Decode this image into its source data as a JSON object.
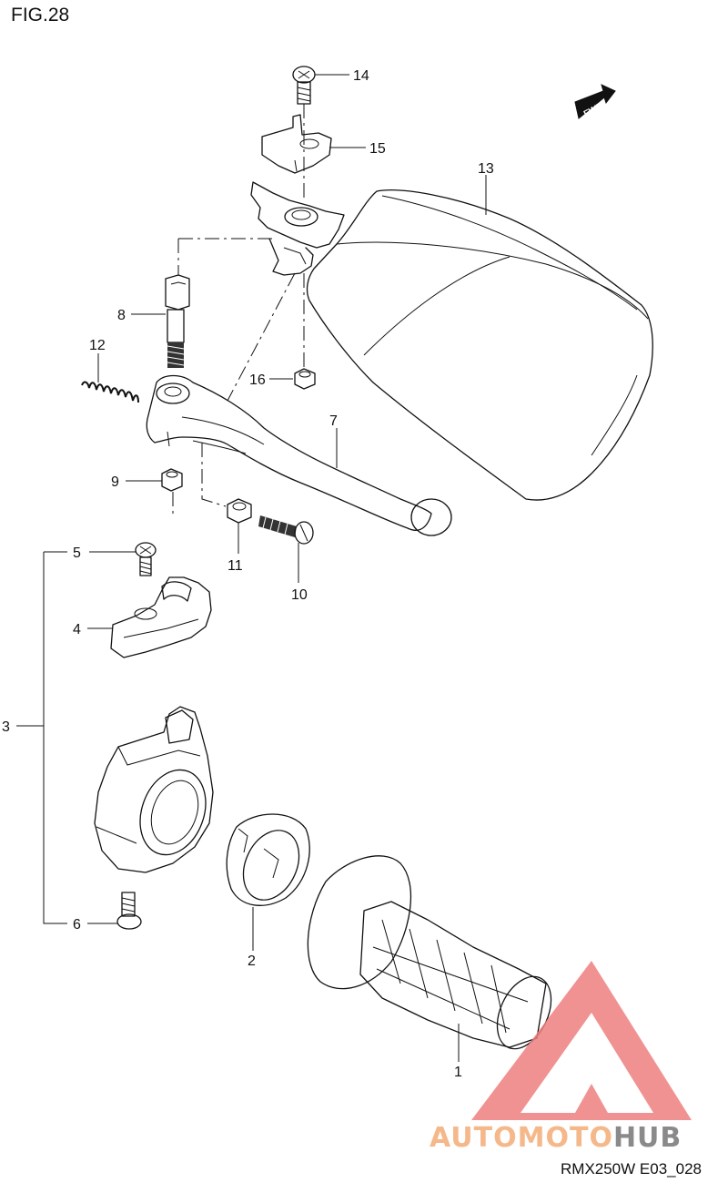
{
  "figure": {
    "title": "FIG.28",
    "code": "RMX250W E03_028",
    "fwd_label": "FWD"
  },
  "callouts": [
    {
      "id": "14",
      "text": "14"
    },
    {
      "id": "15",
      "text": "15"
    },
    {
      "id": "13",
      "text": "13"
    },
    {
      "id": "8",
      "text": "8"
    },
    {
      "id": "12",
      "text": "12"
    },
    {
      "id": "16",
      "text": "16"
    },
    {
      "id": "7",
      "text": "7"
    },
    {
      "id": "9",
      "text": "9"
    },
    {
      "id": "11",
      "text": "11"
    },
    {
      "id": "10",
      "text": "10"
    },
    {
      "id": "5",
      "text": "5"
    },
    {
      "id": "4",
      "text": "4"
    },
    {
      "id": "3",
      "text": "3"
    },
    {
      "id": "6",
      "text": "6"
    },
    {
      "id": "2",
      "text": "2"
    },
    {
      "id": "1",
      "text": "1"
    }
  ],
  "watermark": {
    "part1": "AUTOMOTO",
    "part2": "HUB",
    "color1": "#f5b88a",
    "color2": "#8a8a8a",
    "triangle_color": "#ee7f7f"
  }
}
